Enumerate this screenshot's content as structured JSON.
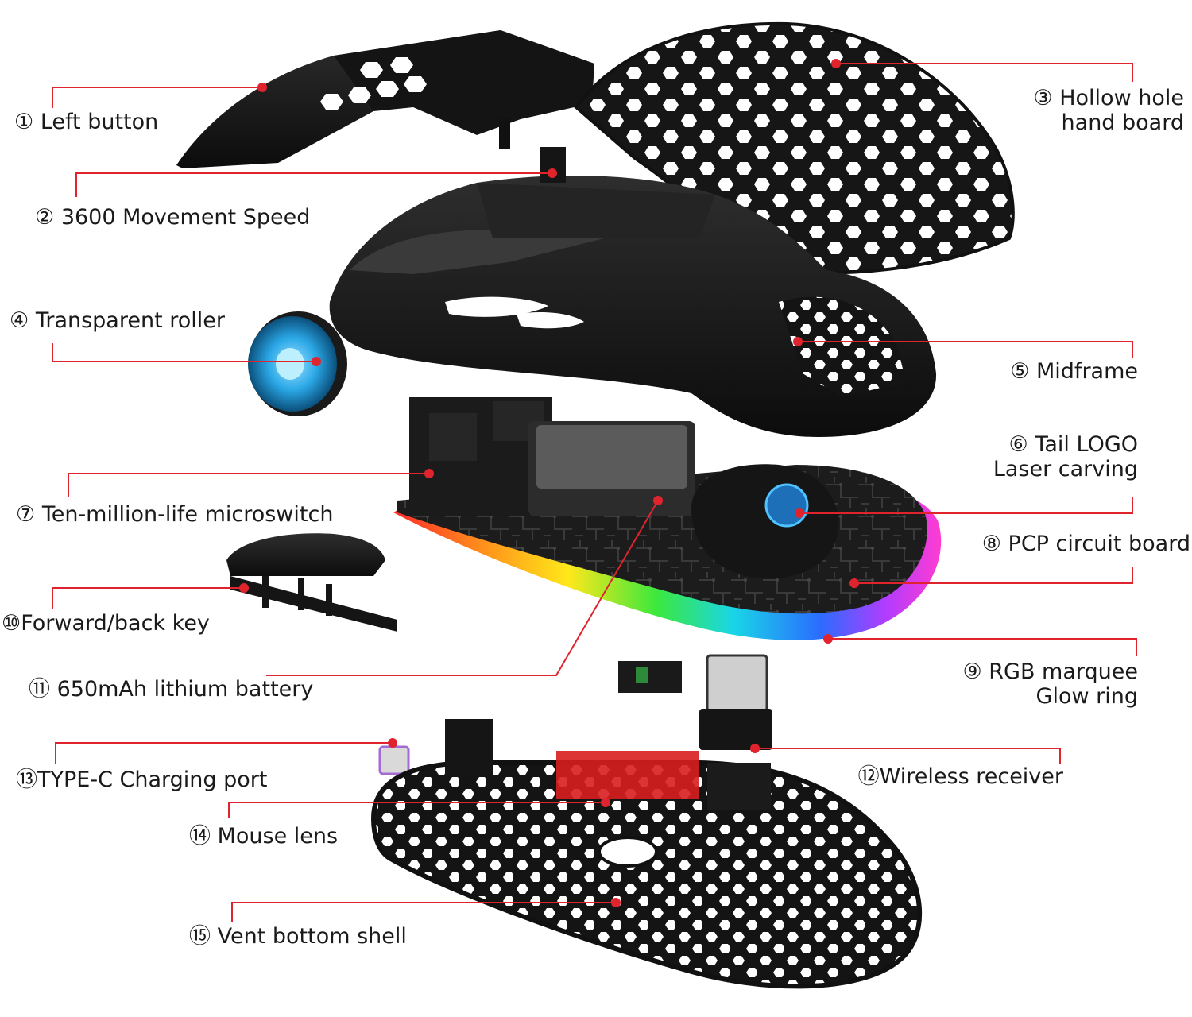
{
  "colors": {
    "leader_line": "#e0242e",
    "part_black": "#141414",
    "part_dark": "#2a2a2a",
    "label_text": "#1a1a1a",
    "lens_red": "#d81e1e",
    "roller_blue": "#2aa7e6"
  },
  "labels": [
    {
      "id": "left-button",
      "number": "①",
      "lines": [
        "Left button"
      ]
    },
    {
      "id": "movement-speed",
      "number": "②",
      "lines": [
        "3600 Movement Speed"
      ]
    },
    {
      "id": "hollow-hole-hand-board",
      "number": "③",
      "lines": [
        "Hollow hole",
        "hand board"
      ]
    },
    {
      "id": "transparent-roller",
      "number": "④",
      "lines": [
        "Transparent roller"
      ]
    },
    {
      "id": "midframe",
      "number": "⑤",
      "lines": [
        "Midframe"
      ]
    },
    {
      "id": "tail-logo",
      "number": "⑥",
      "lines": [
        "Tail LOGO",
        "Laser carving"
      ]
    },
    {
      "id": "microswitch",
      "number": "⑦",
      "lines": [
        "Ten-million-life microswitch"
      ]
    },
    {
      "id": "pcp-circuit-board",
      "number": "⑧",
      "lines": [
        "PCP circuit board"
      ]
    },
    {
      "id": "rgb-marquee",
      "number": "⑨",
      "lines": [
        "RGB marquee",
        "Glow ring"
      ]
    },
    {
      "id": "forward-back-key",
      "number": "⑩",
      "lines": [
        "Forward/back key"
      ]
    },
    {
      "id": "lithium-battery",
      "number": "⑪",
      "lines": [
        "650mAh lithium battery"
      ]
    },
    {
      "id": "wireless-receiver",
      "number": "⑫",
      "lines": [
        "Wireless receiver"
      ]
    },
    {
      "id": "type-c-port",
      "number": "⑬",
      "lines": [
        "TYPE-C Charging port"
      ]
    },
    {
      "id": "mouse-lens",
      "number": "⑭",
      "lines": [
        "Mouse lens"
      ]
    },
    {
      "id": "vent-bottom-shell",
      "number": "⑮",
      "lines": [
        "Vent bottom shell"
      ]
    }
  ]
}
